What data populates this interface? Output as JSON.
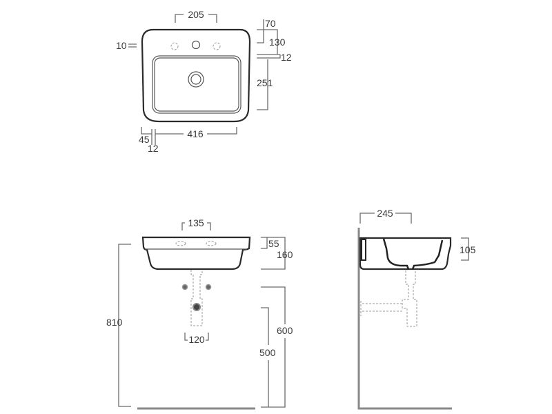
{
  "title": "Washbasin dimension drawing",
  "top_view": {
    "width_between_holes": "205",
    "rim_offset": "10",
    "tap_to_back": "70",
    "back_to_basin": "130",
    "basin_edge": "12",
    "basin_depth": "251",
    "overall_width": "416",
    "left_offset": "45",
    "left_edge": "12"
  },
  "front_view": {
    "hole_spacing": "135",
    "rim_height": "55",
    "total_height": "160",
    "floor_to_top": "810",
    "valve_spacing": "120",
    "valve_height": "600",
    "waste_height": "500"
  },
  "side_view": {
    "projection": "245",
    "bowl_depth": "105"
  },
  "colors": {
    "line": "#2a2a2a",
    "dimension": "#6b6b6b",
    "hidden": "#9a9a9a"
  }
}
